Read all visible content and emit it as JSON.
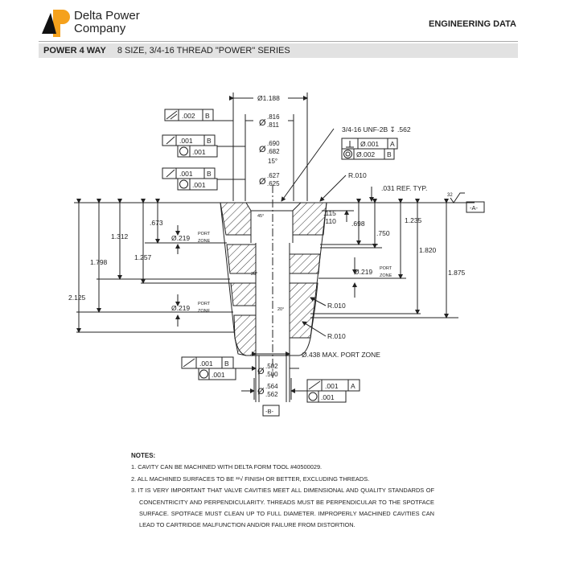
{
  "header": {
    "company_line1": "Delta Power",
    "company_line2": "Company",
    "section_title": "ENGINEERING DATA",
    "product_name": "POWER 4 WAY",
    "product_desc": "8 SIZE, 3/4-16 THREAD \"POWER\" SERIES",
    "brand_colors": {
      "orange": "#f5a11c",
      "black": "#111111"
    }
  },
  "drawing": {
    "dia_1188": "Ø1.188",
    "dia_816": {
      "sym": "Ø",
      "upper": ".816",
      "lower": ".811"
    },
    "dia_690": {
      "sym": "Ø",
      "upper": ".690",
      "lower": ".682"
    },
    "angle_15": "15°",
    "dia_627": {
      "sym": "Ø",
      "upper": ".627",
      "lower": ".625"
    },
    "thread_callout": "3/4-16 UNF-2B ↧ .562",
    "r010_top": "R.010",
    "ref_031": ".031 REF. TYP.",
    "finish_32": "32",
    "datum_a": "-A-",
    "datum_b": "-B-",
    "dim_115": ".115",
    "dim_110": ".110",
    "dim_698": ".698",
    "dim_750": ".750",
    "dim_1235": "1.235",
    "dim_1820": "1.820",
    "dim_1875": "1.875",
    "dim_673": ".673",
    "dim_1312": "1.312",
    "dim_1257": "1.257",
    "dim_1798": "1.798",
    "dim_2125": "2.125",
    "port_dia": "Ø.219",
    "port_word": "PORT",
    "zone_word": "ZONE",
    "angle_45": "45°",
    "angle_20a": "20°",
    "angle_20b": "20°",
    "r010_mid": "R.010",
    "r010_low": "R.010",
    "port_zone_max": "Ø.438 MAX. PORT ZONE",
    "dia_502": {
      "sym": "Ø",
      "upper": ".502",
      "lower": ".500"
    },
    "dia_564": {
      "sym": "Ø",
      "upper": ".564",
      "lower": ".562"
    },
    "fcf": {
      "runout_002_b": {
        "value": ".002",
        "datum": "B"
      },
      "runout_001_b_1": {
        "value": ".001",
        "datum": "B",
        "circ": ".001"
      },
      "runout_001_b_2": {
        "value": ".001",
        "datum": "B",
        "circ": ".001"
      },
      "perp_001_a": {
        "value": "Ø.001",
        "datum": "A"
      },
      "conc_002_b": {
        "value": "Ø.002",
        "datum": "B"
      },
      "runout_001_b_3": {
        "value": ".001",
        "datum": "B",
        "circ": ".001"
      },
      "runout_001_a": {
        "value": ".001",
        "datum": "A",
        "circ": ".001"
      }
    }
  },
  "notes": {
    "title": "NOTES:",
    "items": [
      "1. CAVITY CAN BE MACHINED WITH DELTA FORM TOOL #40500029.",
      "2. ALL MACHINED SURFACES TO BE ³²√ FINISH OR BETTER, EXCLUDING THREADS.",
      "3. IT IS VERY IMPORTANT THAT VALVE CAVITIES MEET ALL DIMENSIONAL AND QUALITY STANDARDS OF CONCENTRICITY AND PERPENDICULARITY. THREADS MUST BE PERPENDICULAR TO THE SPOTFACE SURFACE. SPOTFACE MUST CLEAN UP TO FULL DIAMETER. IMPROPERLY MACHINED CAVITIES CAN LEAD TO CARTRIDGE MALFUNCTION AND/OR FAILURE FROM DISTORTION."
    ]
  }
}
